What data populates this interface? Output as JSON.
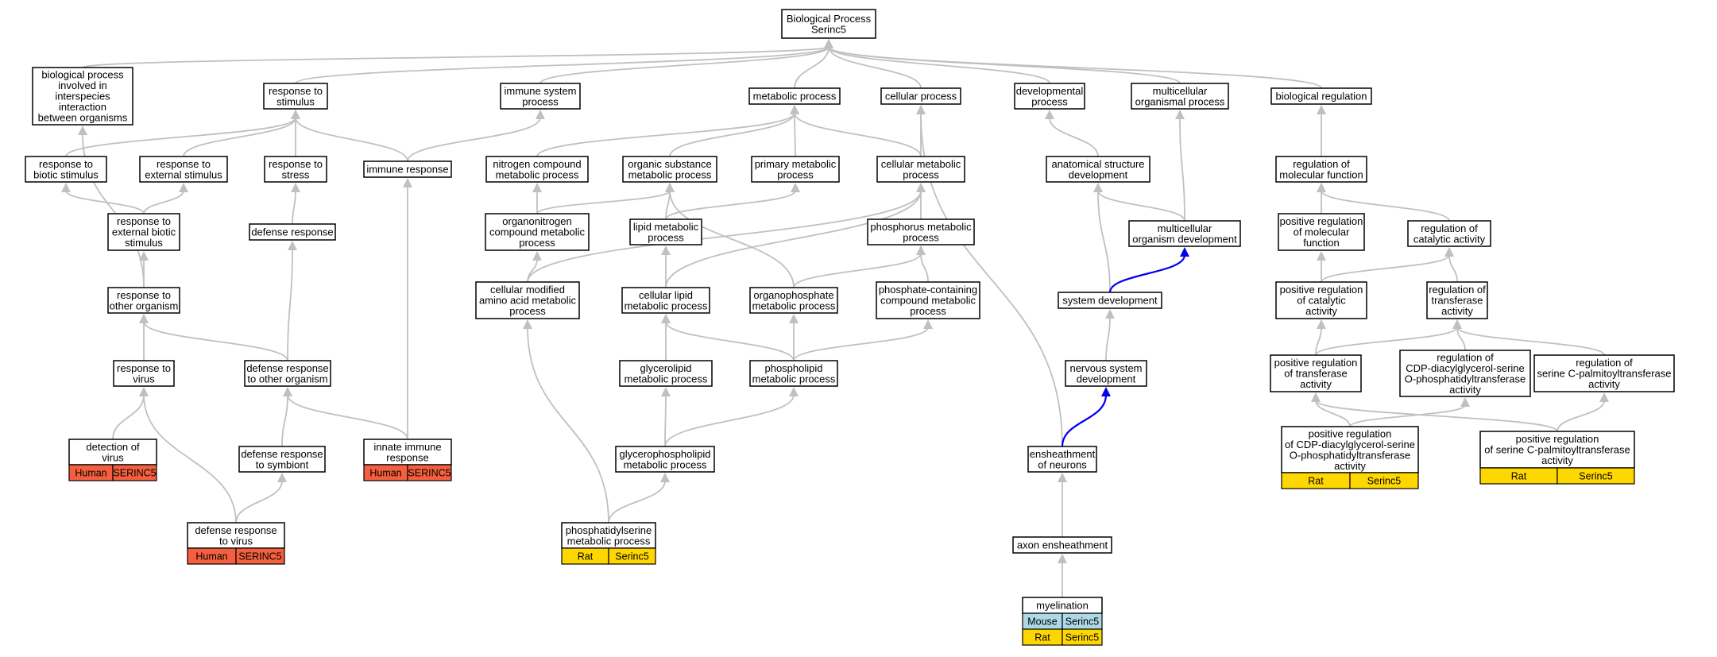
{
  "colors": {
    "human": "#f4603f",
    "rat": "#ffd700",
    "mouse": "#add8e6",
    "edge": "#c0c0c0",
    "edge_highlight": "#0000ee"
  },
  "nodes": [
    {
      "id": "root",
      "lines": [
        "Biological Process",
        "Serinc5"
      ]
    },
    {
      "id": "bpinter",
      "lines": [
        "biological process",
        "involved in",
        "interspecies",
        "interaction",
        "between organisms"
      ]
    },
    {
      "id": "resp_stim",
      "lines": [
        "response to",
        "stimulus"
      ]
    },
    {
      "id": "imm_sys",
      "lines": [
        "immune system",
        "process"
      ]
    },
    {
      "id": "metab",
      "lines": [
        "metabolic process"
      ]
    },
    {
      "id": "cell_proc",
      "lines": [
        "cellular process"
      ]
    },
    {
      "id": "dev_proc",
      "lines": [
        "developmental",
        "process"
      ]
    },
    {
      "id": "multi_proc",
      "lines": [
        "multicellular",
        "organismal process"
      ]
    },
    {
      "id": "bio_reg",
      "lines": [
        "biological regulation"
      ]
    },
    {
      "id": "resp_bio",
      "lines": [
        "response to",
        "biotic stimulus"
      ]
    },
    {
      "id": "resp_ext",
      "lines": [
        "response to",
        "external stimulus"
      ]
    },
    {
      "id": "resp_stress",
      "lines": [
        "response to",
        "stress"
      ]
    },
    {
      "id": "imm_resp",
      "lines": [
        "immune response"
      ]
    },
    {
      "id": "nitro_met",
      "lines": [
        "nitrogen compound",
        "metabolic process"
      ]
    },
    {
      "id": "org_sub",
      "lines": [
        "organic substance",
        "metabolic process"
      ]
    },
    {
      "id": "prim_met",
      "lines": [
        "primary metabolic",
        "process"
      ]
    },
    {
      "id": "cell_met",
      "lines": [
        "cellular metabolic",
        "process"
      ]
    },
    {
      "id": "anat_dev",
      "lines": [
        "anatomical structure",
        "development"
      ]
    },
    {
      "id": "reg_mol",
      "lines": [
        "regulation of",
        "molecular function"
      ]
    },
    {
      "id": "resp_ext_bio",
      "lines": [
        "response to",
        "external biotic",
        "stimulus"
      ]
    },
    {
      "id": "def_resp",
      "lines": [
        "defense response"
      ]
    },
    {
      "id": "orgnitro",
      "lines": [
        "organonitrogen",
        "compound metabolic",
        "process"
      ]
    },
    {
      "id": "lipid_met",
      "lines": [
        "lipid metabolic",
        "process"
      ]
    },
    {
      "id": "phos_met",
      "lines": [
        "phosphorus metabolic",
        "process"
      ]
    },
    {
      "id": "multi_dev",
      "lines": [
        "multicellular",
        "organism development"
      ]
    },
    {
      "id": "pos_reg_mol",
      "lines": [
        "positive regulation",
        "of molecular",
        "function"
      ]
    },
    {
      "id": "reg_cat",
      "lines": [
        "regulation of",
        "catalytic activity"
      ]
    },
    {
      "id": "resp_other",
      "lines": [
        "response to",
        "other organism"
      ]
    },
    {
      "id": "cell_mod_aa",
      "lines": [
        "cellular modified",
        "amino acid metabolic",
        "process"
      ]
    },
    {
      "id": "cell_lipid",
      "lines": [
        "cellular lipid",
        "metabolic process"
      ]
    },
    {
      "id": "orgphos",
      "lines": [
        "organophosphate",
        "metabolic process"
      ]
    },
    {
      "id": "phos_cont",
      "lines": [
        "phosphate-containing",
        "compound metabolic",
        "process"
      ]
    },
    {
      "id": "sys_dev",
      "lines": [
        "system development"
      ]
    },
    {
      "id": "pos_reg_cat",
      "lines": [
        "positive regulation",
        "of catalytic",
        "activity"
      ]
    },
    {
      "id": "reg_trans",
      "lines": [
        "regulation of",
        "transferase",
        "activity"
      ]
    },
    {
      "id": "resp_virus",
      "lines": [
        "response to",
        "virus"
      ]
    },
    {
      "id": "def_other",
      "lines": [
        "defense response",
        "to other organism"
      ]
    },
    {
      "id": "glycerolipid",
      "lines": [
        "glycerolipid",
        "metabolic process"
      ]
    },
    {
      "id": "phospholipid",
      "lines": [
        "phospholipid",
        "metabolic process"
      ]
    },
    {
      "id": "nerv_dev",
      "lines": [
        "nervous system",
        "development"
      ]
    },
    {
      "id": "pos_reg_trans",
      "lines": [
        "positive regulation",
        "of transferase",
        "activity"
      ]
    },
    {
      "id": "reg_cdp",
      "lines": [
        "regulation of",
        "CDP-diacylglycerol-serine",
        "O-phosphatidyltransferase",
        "activity"
      ]
    },
    {
      "id": "reg_spt",
      "lines": [
        "regulation of",
        "serine C-palmitoyltransferase",
        "activity"
      ]
    },
    {
      "id": "detect_virus",
      "lines": [
        "detection of",
        "virus"
      ],
      "annotations": [
        {
          "species": "Human",
          "gene": "SERINC5"
        }
      ]
    },
    {
      "id": "def_symb",
      "lines": [
        "defense response",
        "to symbiont"
      ]
    },
    {
      "id": "innate",
      "lines": [
        "innate immune",
        "response"
      ],
      "annotations": [
        {
          "species": "Human",
          "gene": "SERINC5"
        }
      ]
    },
    {
      "id": "glycerophos",
      "lines": [
        "glycerophospholipid",
        "metabolic process"
      ]
    },
    {
      "id": "enshe_neur",
      "lines": [
        "ensheathment",
        "of neurons"
      ]
    },
    {
      "id": "pos_reg_cdp",
      "lines": [
        "positive regulation",
        "of CDP-diacylglycerol-serine",
        "O-phosphatidyltransferase",
        "activity"
      ],
      "annotations": [
        {
          "species": "Rat",
          "gene": "Serinc5"
        }
      ]
    },
    {
      "id": "pos_reg_spt",
      "lines": [
        "positive regulation",
        "of serine C-palmitoyltransferase",
        "activity"
      ],
      "annotations": [
        {
          "species": "Rat",
          "gene": "Serinc5"
        }
      ]
    },
    {
      "id": "def_virus",
      "lines": [
        "defense response",
        "to virus"
      ],
      "annotations": [
        {
          "species": "Human",
          "gene": "SERINC5"
        }
      ]
    },
    {
      "id": "ps_met",
      "lines": [
        "phosphatidylserine",
        "metabolic process"
      ],
      "annotations": [
        {
          "species": "Rat",
          "gene": "Serinc5"
        }
      ]
    },
    {
      "id": "axon_ens",
      "lines": [
        "axon ensheathment"
      ]
    },
    {
      "id": "myelin",
      "lines": [
        "myelination"
      ],
      "annotations": [
        {
          "species": "Mouse",
          "gene": "Serinc5"
        },
        {
          "species": "Rat",
          "gene": "Serinc5"
        }
      ]
    }
  ],
  "edges": [
    [
      "bpinter",
      "root"
    ],
    [
      "resp_stim",
      "root"
    ],
    [
      "imm_sys",
      "root"
    ],
    [
      "metab",
      "root"
    ],
    [
      "cell_proc",
      "root"
    ],
    [
      "dev_proc",
      "root"
    ],
    [
      "multi_proc",
      "root"
    ],
    [
      "bio_reg",
      "root"
    ],
    [
      "resp_bio",
      "resp_stim"
    ],
    [
      "resp_ext",
      "resp_stim"
    ],
    [
      "resp_stress",
      "resp_stim"
    ],
    [
      "imm_resp",
      "resp_stim"
    ],
    [
      "imm_resp",
      "imm_sys"
    ],
    [
      "nitro_met",
      "metab"
    ],
    [
      "org_sub",
      "metab"
    ],
    [
      "prim_met",
      "metab"
    ],
    [
      "cell_met",
      "metab"
    ],
    [
      "cell_met",
      "cell_proc"
    ],
    [
      "enshe_neur",
      "cell_proc"
    ],
    [
      "anat_dev",
      "dev_proc"
    ],
    [
      "multi_dev",
      "multi_proc"
    ],
    [
      "reg_mol",
      "bio_reg"
    ],
    [
      "resp_ext_bio",
      "resp_bio"
    ],
    [
      "resp_ext_bio",
      "resp_ext"
    ],
    [
      "def_resp",
      "resp_stress"
    ],
    [
      "orgnitro",
      "nitro_met"
    ],
    [
      "orgnitro",
      "org_sub"
    ],
    [
      "lipid_met",
      "org_sub"
    ],
    [
      "lipid_met",
      "prim_met"
    ],
    [
      "orgphos",
      "org_sub"
    ],
    [
      "phos_met",
      "cell_met"
    ],
    [
      "cell_lipid",
      "cell_met"
    ],
    [
      "cell_mod_aa",
      "cell_met"
    ],
    [
      "multi_dev",
      "anat_dev"
    ],
    [
      "sys_dev",
      "anat_dev"
    ],
    [
      "pos_reg_mol",
      "reg_mol"
    ],
    [
      "reg_cat",
      "reg_mol"
    ],
    [
      "resp_other",
      "resp_ext_bio"
    ],
    [
      "resp_other",
      "bpinter"
    ],
    [
      "def_other",
      "def_resp"
    ],
    [
      "cell_mod_aa",
      "orgnitro"
    ],
    [
      "cell_lipid",
      "lipid_met"
    ],
    [
      "orgphos",
      "phos_met"
    ],
    [
      "phos_cont",
      "phos_met"
    ],
    [
      "nerv_dev",
      "sys_dev"
    ],
    [
      "pos_reg_cat",
      "pos_reg_mol"
    ],
    [
      "pos_reg_cat",
      "reg_cat"
    ],
    [
      "reg_trans",
      "reg_cat"
    ],
    [
      "resp_virus",
      "resp_other"
    ],
    [
      "def_other",
      "resp_other"
    ],
    [
      "phospholipid",
      "cell_lipid"
    ],
    [
      "phospholipid",
      "orgphos"
    ],
    [
      "phospholipid",
      "phos_cont"
    ],
    [
      "glycerolipid",
      "cell_lipid"
    ],
    [
      "pos_reg_trans",
      "pos_reg_cat"
    ],
    [
      "pos_reg_trans",
      "reg_trans"
    ],
    [
      "reg_cdp",
      "reg_trans"
    ],
    [
      "reg_spt",
      "reg_trans"
    ],
    [
      "detect_virus",
      "resp_virus"
    ],
    [
      "def_virus",
      "resp_virus"
    ],
    [
      "def_symb",
      "def_other"
    ],
    [
      "innate",
      "def_other"
    ],
    [
      "innate",
      "imm_resp"
    ],
    [
      "glycerophos",
      "glycerolipid"
    ],
    [
      "glycerophos",
      "phospholipid"
    ],
    [
      "enshe_neur",
      "nerv_dev",
      "hi"
    ],
    [
      "sys_dev",
      "multi_dev",
      "hi"
    ],
    [
      "pos_reg_cdp",
      "pos_reg_trans"
    ],
    [
      "pos_reg_cdp",
      "reg_cdp"
    ],
    [
      "pos_reg_spt",
      "pos_reg_trans"
    ],
    [
      "pos_reg_spt",
      "reg_spt"
    ],
    [
      "def_virus",
      "def_symb"
    ],
    [
      "ps_met",
      "cell_mod_aa"
    ],
    [
      "ps_met",
      "glycerophos"
    ],
    [
      "axon_ens",
      "enshe_neur"
    ],
    [
      "myelin",
      "axon_ens"
    ]
  ]
}
